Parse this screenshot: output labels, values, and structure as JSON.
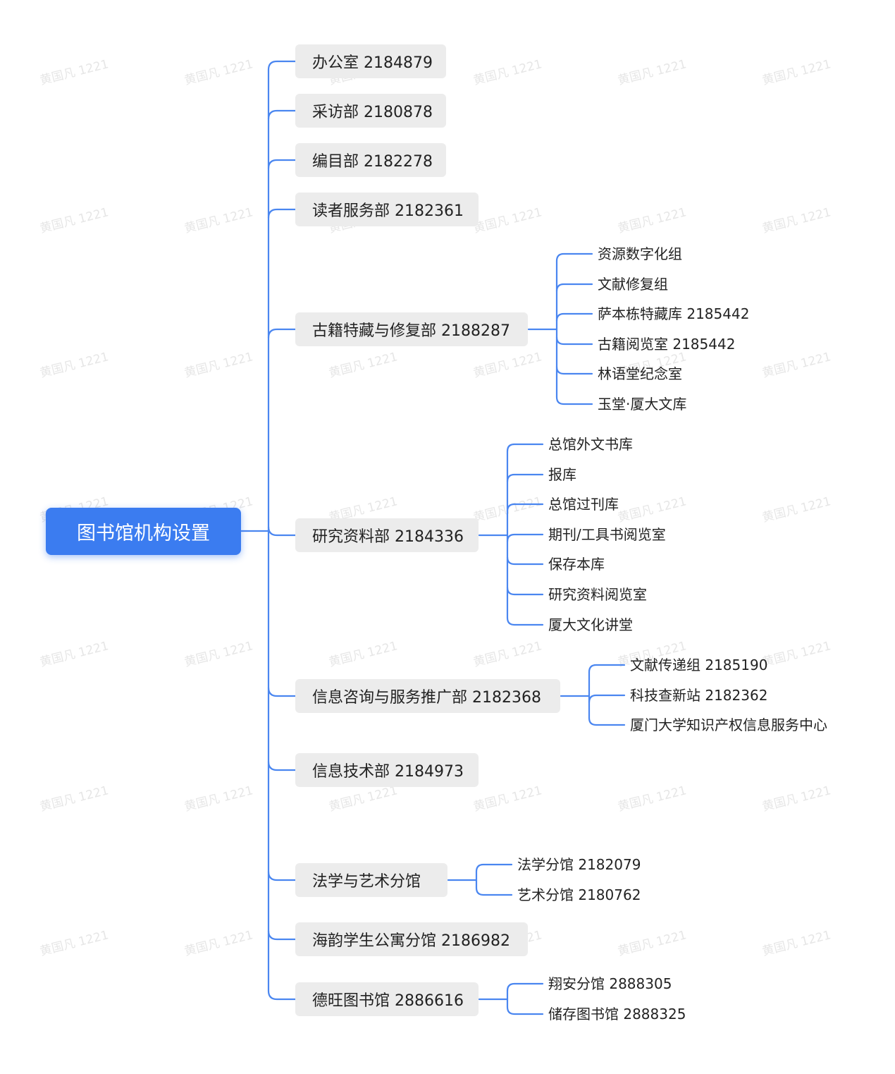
{
  "root": {
    "label": "图书馆机构设置"
  },
  "watermark": {
    "text": "黄国凡 1221"
  },
  "colors": {
    "accent": "#3b7cf0",
    "line": "#4a86f0",
    "dept_bg": "#ececec"
  },
  "departments": [
    {
      "label": "办公室 2184879",
      "children": []
    },
    {
      "label": "采访部 2180878",
      "children": []
    },
    {
      "label": "编目部 2182278",
      "children": []
    },
    {
      "label": "读者服务部 2182361",
      "children": []
    },
    {
      "label": "古籍特藏与修复部 2188287",
      "children": [
        "资源数字化组",
        "文献修复组",
        "萨本栋特藏库 2185442",
        "古籍阅览室 2185442",
        "林语堂纪念室",
        "玉堂·厦大文库"
      ]
    },
    {
      "label": "研究资料部 2184336",
      "children": [
        "总馆外文书库",
        "报库",
        "总馆过刊库",
        "期刊/工具书阅览室",
        "保存本库",
        "研究资料阅览室",
        "厦大文化讲堂"
      ]
    },
    {
      "label": "信息咨询与服务推广部 2182368",
      "children": [
        "文献传递组 2185190",
        "科技查新站 2182362",
        "厦门大学知识产权信息服务中心"
      ]
    },
    {
      "label": "信息技术部 2184973",
      "children": []
    },
    {
      "label": "法学与艺术分馆",
      "children": [
        "法学分馆 2182079",
        "艺术分馆 2180762"
      ]
    },
    {
      "label": "海韵学生公寓分馆 2186982",
      "children": []
    },
    {
      "label": "德旺图书馆 2886616",
      "children": [
        "翔安分馆 2888305",
        "储存图书馆 2888325"
      ]
    }
  ]
}
